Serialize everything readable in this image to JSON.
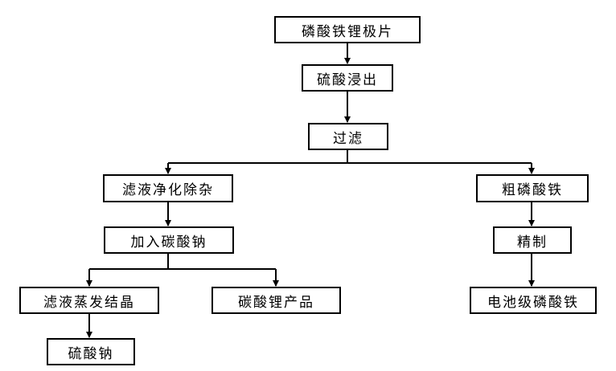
{
  "diagram": {
    "nodes": {
      "lfp_cathode_sheet": "磷酸铁锂极片",
      "sulfuric_acid_leach": "硫酸浸出",
      "filtration": "过滤",
      "filtrate_purification": "滤液净化除杂",
      "crude_iron_phosphate": "粗磷酸铁",
      "add_sodium_carbonate": "加入碳酸钠",
      "refining": "精制",
      "filtrate_evaporation": "滤液蒸发结晶",
      "lithium_carbonate_product": "碳酸锂产品",
      "battery_grade_iron_phosphate": "电池级磷酸铁",
      "sodium_sulfate": "硫酸钠"
    },
    "edges": [
      [
        "lfp_cathode_sheet",
        "sulfuric_acid_leach"
      ],
      [
        "sulfuric_acid_leach",
        "filtration"
      ],
      [
        "filtration",
        "filtrate_purification"
      ],
      [
        "filtration",
        "crude_iron_phosphate"
      ],
      [
        "filtrate_purification",
        "add_sodium_carbonate"
      ],
      [
        "add_sodium_carbonate",
        "filtrate_evaporation"
      ],
      [
        "add_sodium_carbonate",
        "lithium_carbonate_product"
      ],
      [
        "filtrate_evaporation",
        "sodium_sulfate"
      ],
      [
        "crude_iron_phosphate",
        "refining"
      ],
      [
        "refining",
        "battery_grade_iron_phosphate"
      ]
    ]
  }
}
